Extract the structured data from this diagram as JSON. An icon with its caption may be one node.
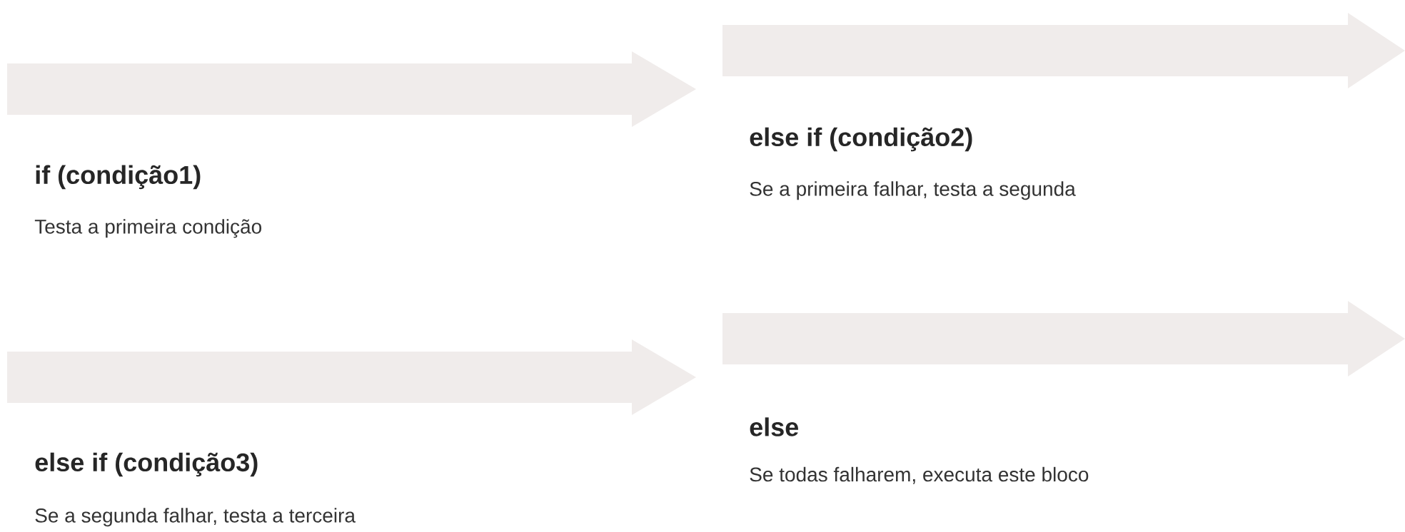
{
  "diagram": {
    "nodes": [
      {
        "text": [
          "if (condição1)",
          "Testa a primeira condição"
        ]
      },
      {
        "text": [
          "else if (condição2)",
          "Se a primeira falhar, testa a segunda"
        ]
      },
      {
        "text": [
          "else if (condição3)",
          "Se a segunda falhar, testa a terceira"
        ]
      },
      {
        "text": [
          "else",
          "Se todas falharem, executa este bloco"
        ]
      }
    ]
  }
}
